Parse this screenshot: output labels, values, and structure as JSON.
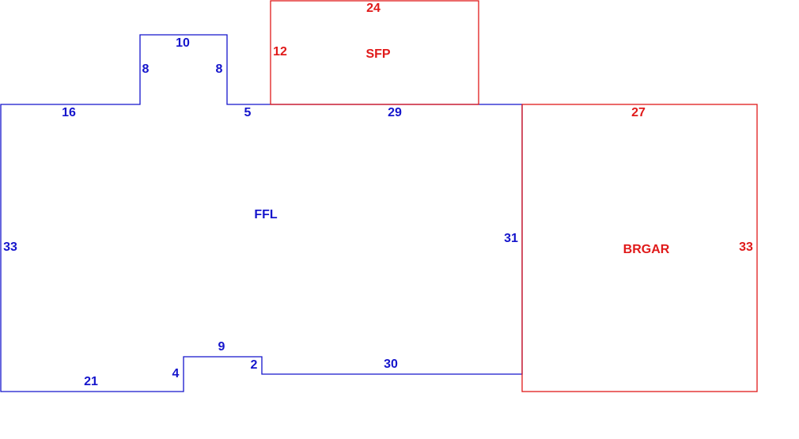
{
  "colors": {
    "main_floor": "#1515cc",
    "additions": "#e01a1a",
    "background": "#ffffff"
  },
  "areas": {
    "ffl": {
      "label": "FFL",
      "dims": {
        "top_left": "16",
        "bump_left": "8",
        "bump_top": "10",
        "bump_right": "8",
        "top_mid": "5",
        "top_right": "29",
        "right": "31",
        "bottom_right": "30",
        "step_right": "2",
        "step_top": "9",
        "step_left": "4",
        "bottom_left": "21",
        "left": "33"
      }
    },
    "sfp": {
      "label": "SFP",
      "dims": {
        "top": "24",
        "left": "12"
      }
    },
    "brgar": {
      "label": "BRGAR",
      "dims": {
        "top": "27",
        "right": "33"
      }
    }
  }
}
